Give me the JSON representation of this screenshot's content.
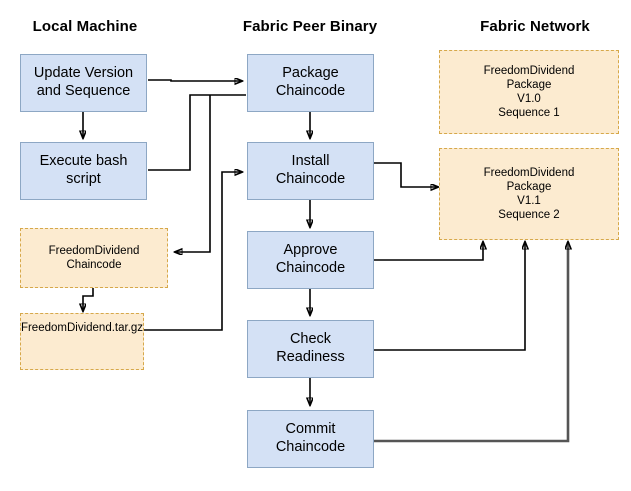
{
  "diagram": {
    "title_columns": [
      {
        "id": "local-machine",
        "label": "Local Machine"
      },
      {
        "id": "fabric-peer-binary",
        "label": "Fabric Peer Binary"
      },
      {
        "id": "fabric-network",
        "label": "Fabric Network"
      }
    ],
    "colors": {
      "blue_fill": "#d4e1f5",
      "blue_border": "#8da7c4",
      "orange_fill": "#fcebd0",
      "orange_border": "#d6a84a",
      "arrow": "#000000",
      "arrow_thick": "#555555",
      "background": "#ffffff",
      "text": "#000000"
    },
    "nodes": {
      "update_version": "Update Version\nand Sequence",
      "execute_bash": "Execute bash\nscript",
      "chaincode_src": "FreedomDividend\nChaincode",
      "chaincode_tar": "FreedomDividend.tar.gz",
      "package_chaincode": "Package\nChaincode",
      "install_chaincode": "Install\nChaincode",
      "approve_chaincode": "Approve\nChaincode",
      "check_readiness": "Check\nReadiness",
      "commit_chaincode": "Commit\nChaincode",
      "package_v10": "FreedomDividend\nPackage\nV1.0\nSequence 1",
      "package_v11": "FreedomDividend\nPackage\nV1.1\nSequence 2"
    }
  }
}
